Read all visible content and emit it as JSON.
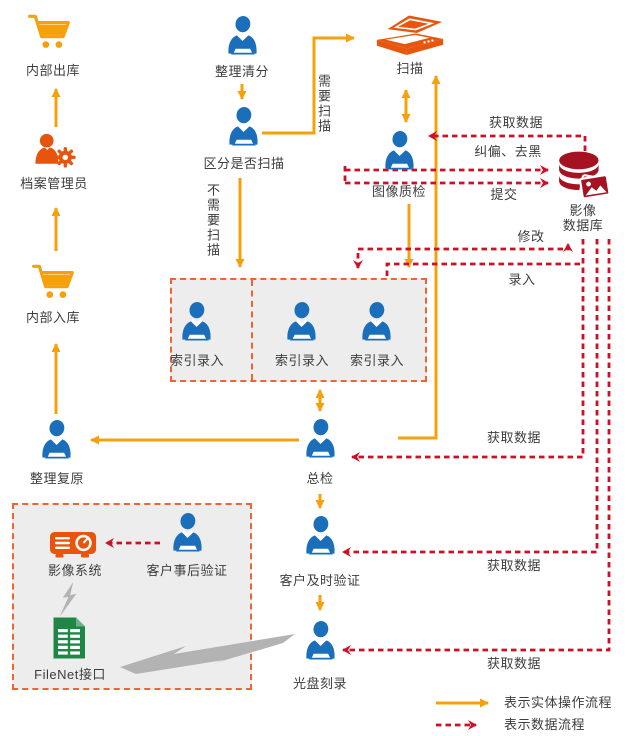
{
  "colors": {
    "orange": "#F5A10B",
    "deep_orange": "#E8540C",
    "flow_red": "#CC1126",
    "db_dark_red": "#A51221",
    "person_blue": "#1B6FBA",
    "filenet_green": "#1E8745",
    "box_gray": "#EDEDED",
    "box_border": "#EE6433",
    "lightning_gray": "#B3B3B3"
  },
  "nodes": {
    "internal_outbound": {
      "label": "内部出库"
    },
    "archive_admin": {
      "label": "档案管理员"
    },
    "internal_inbound": {
      "label": "内部入库"
    },
    "sort_clean": {
      "label": "整理清分"
    },
    "decide_scan": {
      "label": "区分是否扫描"
    },
    "scan": {
      "label": "扫描"
    },
    "image_qc": {
      "label": "图像质检"
    },
    "image_db": {
      "label_line1": "影像",
      "label_line2": "数据库"
    },
    "index_entry_1": {
      "label": "索引录入"
    },
    "index_entry_2": {
      "label": "索引录入"
    },
    "index_entry_3": {
      "label": "索引录入"
    },
    "final_check": {
      "label": "总检"
    },
    "restore": {
      "label": "整理复原"
    },
    "image_system": {
      "label": "影像系统"
    },
    "customer_post_verify": {
      "label": "客户事后验证"
    },
    "filenet": {
      "label": "FileNet接口"
    },
    "customer_timely_verify": {
      "label": "客户及时验证"
    },
    "disc_burn": {
      "label": "光盘刻录"
    }
  },
  "flow_labels": {
    "need_scan": "需要扫描",
    "no_need_scan": "不需要扫描",
    "get_data_qc": "获取数据",
    "deskew_deblack": "纠偏、去黑",
    "submit": "提交",
    "modify": "修改",
    "entry": "录入",
    "get_data_final_check": "获取数据",
    "get_data_customer": "获取数据",
    "get_data_disc": "获取数据"
  },
  "legend": {
    "solid": "表示实体操作流程",
    "dashed": "表示数据流程"
  }
}
